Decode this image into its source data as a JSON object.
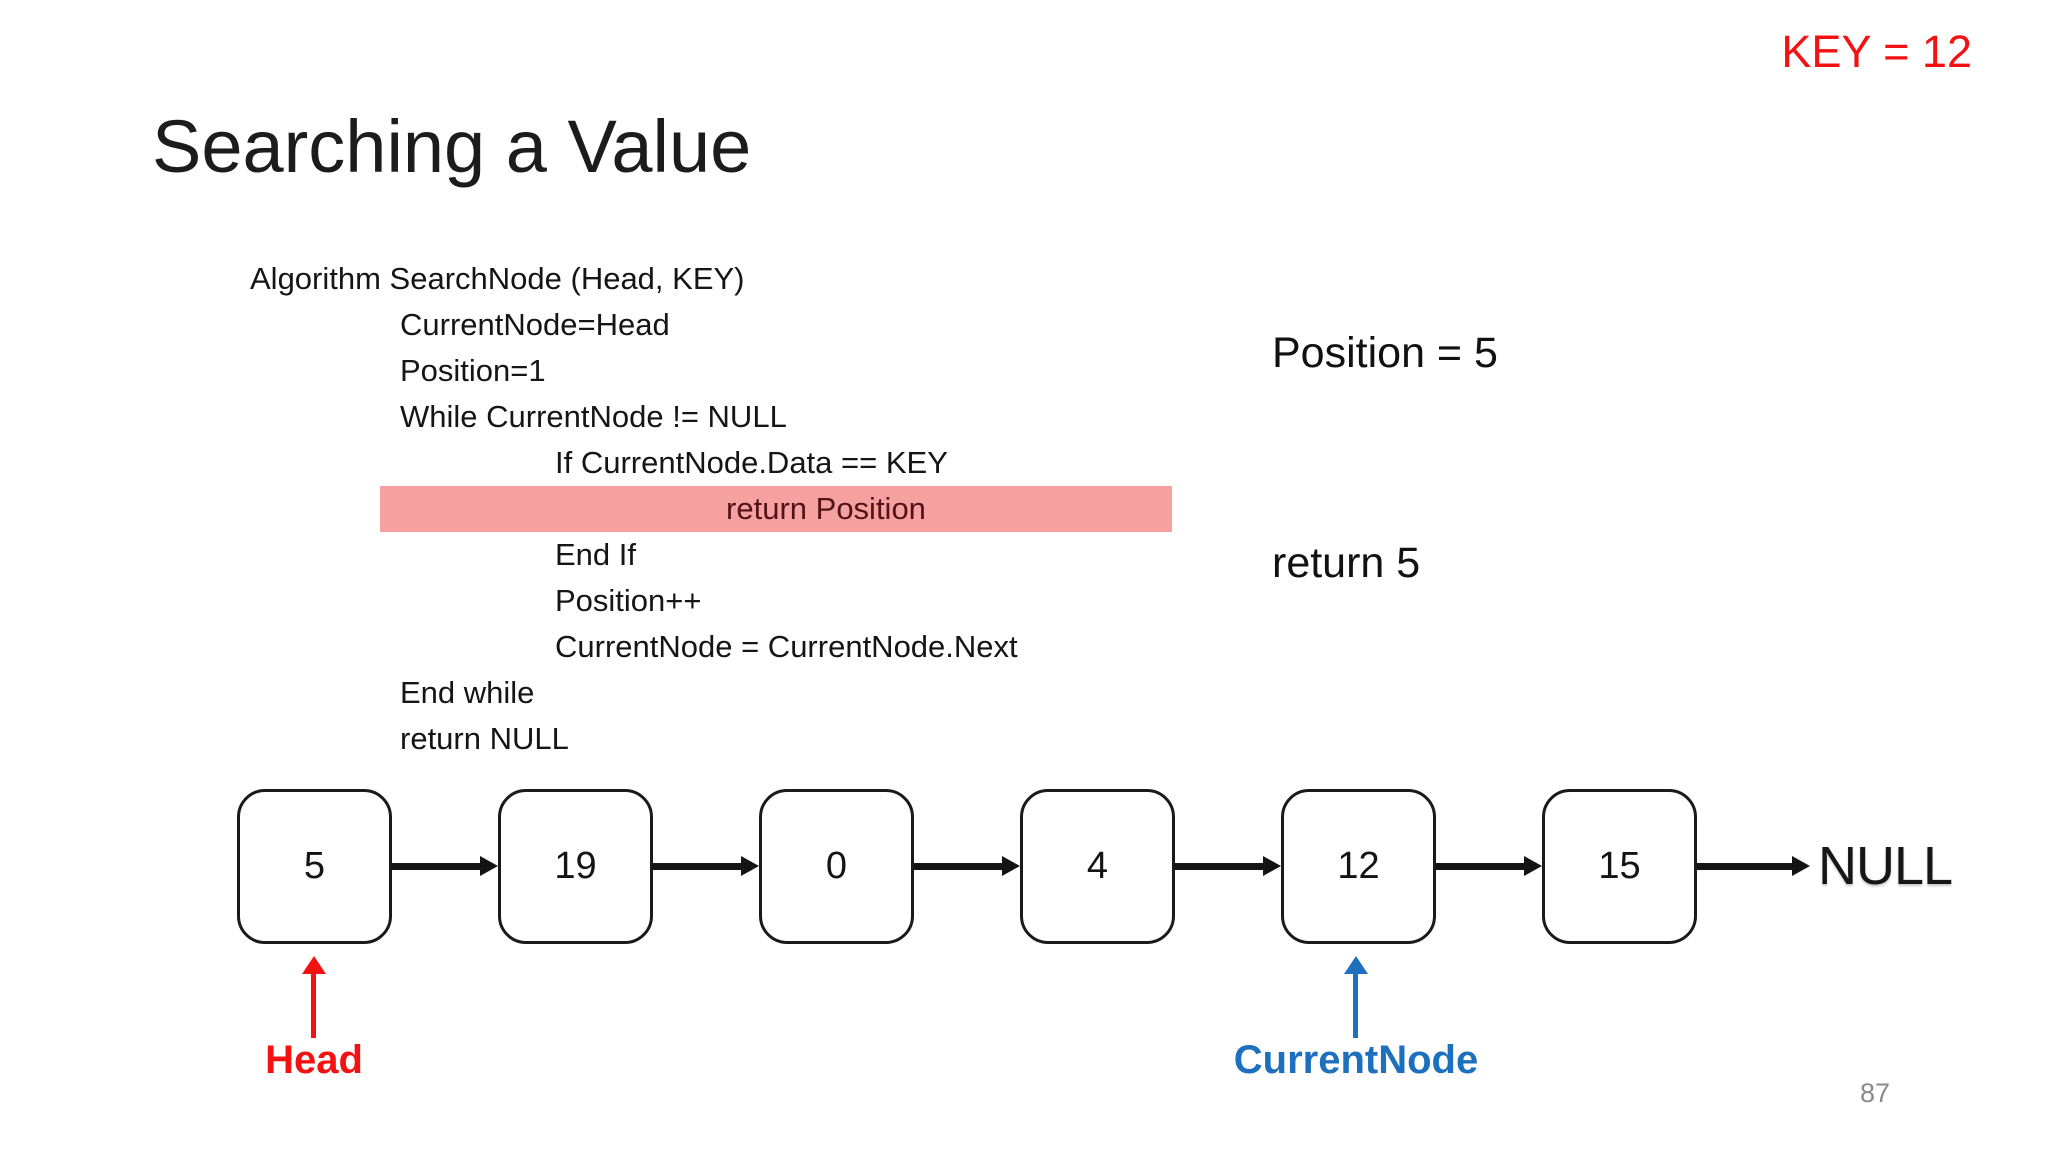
{
  "slide": {
    "key_badge": "KEY = 12",
    "title": "Searching a Value",
    "result_lines": [
      "Position = 5",
      "return 5"
    ],
    "page_number": "87"
  },
  "code": {
    "lines": [
      "Algorithm SearchNode (Head, KEY)",
      "CurrentNode=Head",
      "Position=1",
      "While CurrentNode != NULL",
      "If CurrentNode.Data == KEY",
      "return Position",
      "End If",
      "Position++",
      "CurrentNode = CurrentNode.Next",
      "End while",
      "return NULL"
    ],
    "highlighted_line": "return Position"
  },
  "linked_list": {
    "nodes": [
      "5",
      "19",
      "0",
      "4",
      "12",
      "15"
    ],
    "terminator": "NULL",
    "pointers": [
      {
        "label": "Head",
        "target_node": "5",
        "color": "#f31111"
      },
      {
        "label": "CurrentNode",
        "target_node": "12",
        "color": "#1c70bd"
      }
    ]
  },
  "colors": {
    "key_text": "#f31111",
    "highlight_bg": "#f7a0a0",
    "highlight_text": "#521418",
    "head_pointer": "#f31111",
    "current_pointer": "#1c70bd",
    "node_border": "#1a1a1a",
    "page_number": "#8a8a8a"
  }
}
